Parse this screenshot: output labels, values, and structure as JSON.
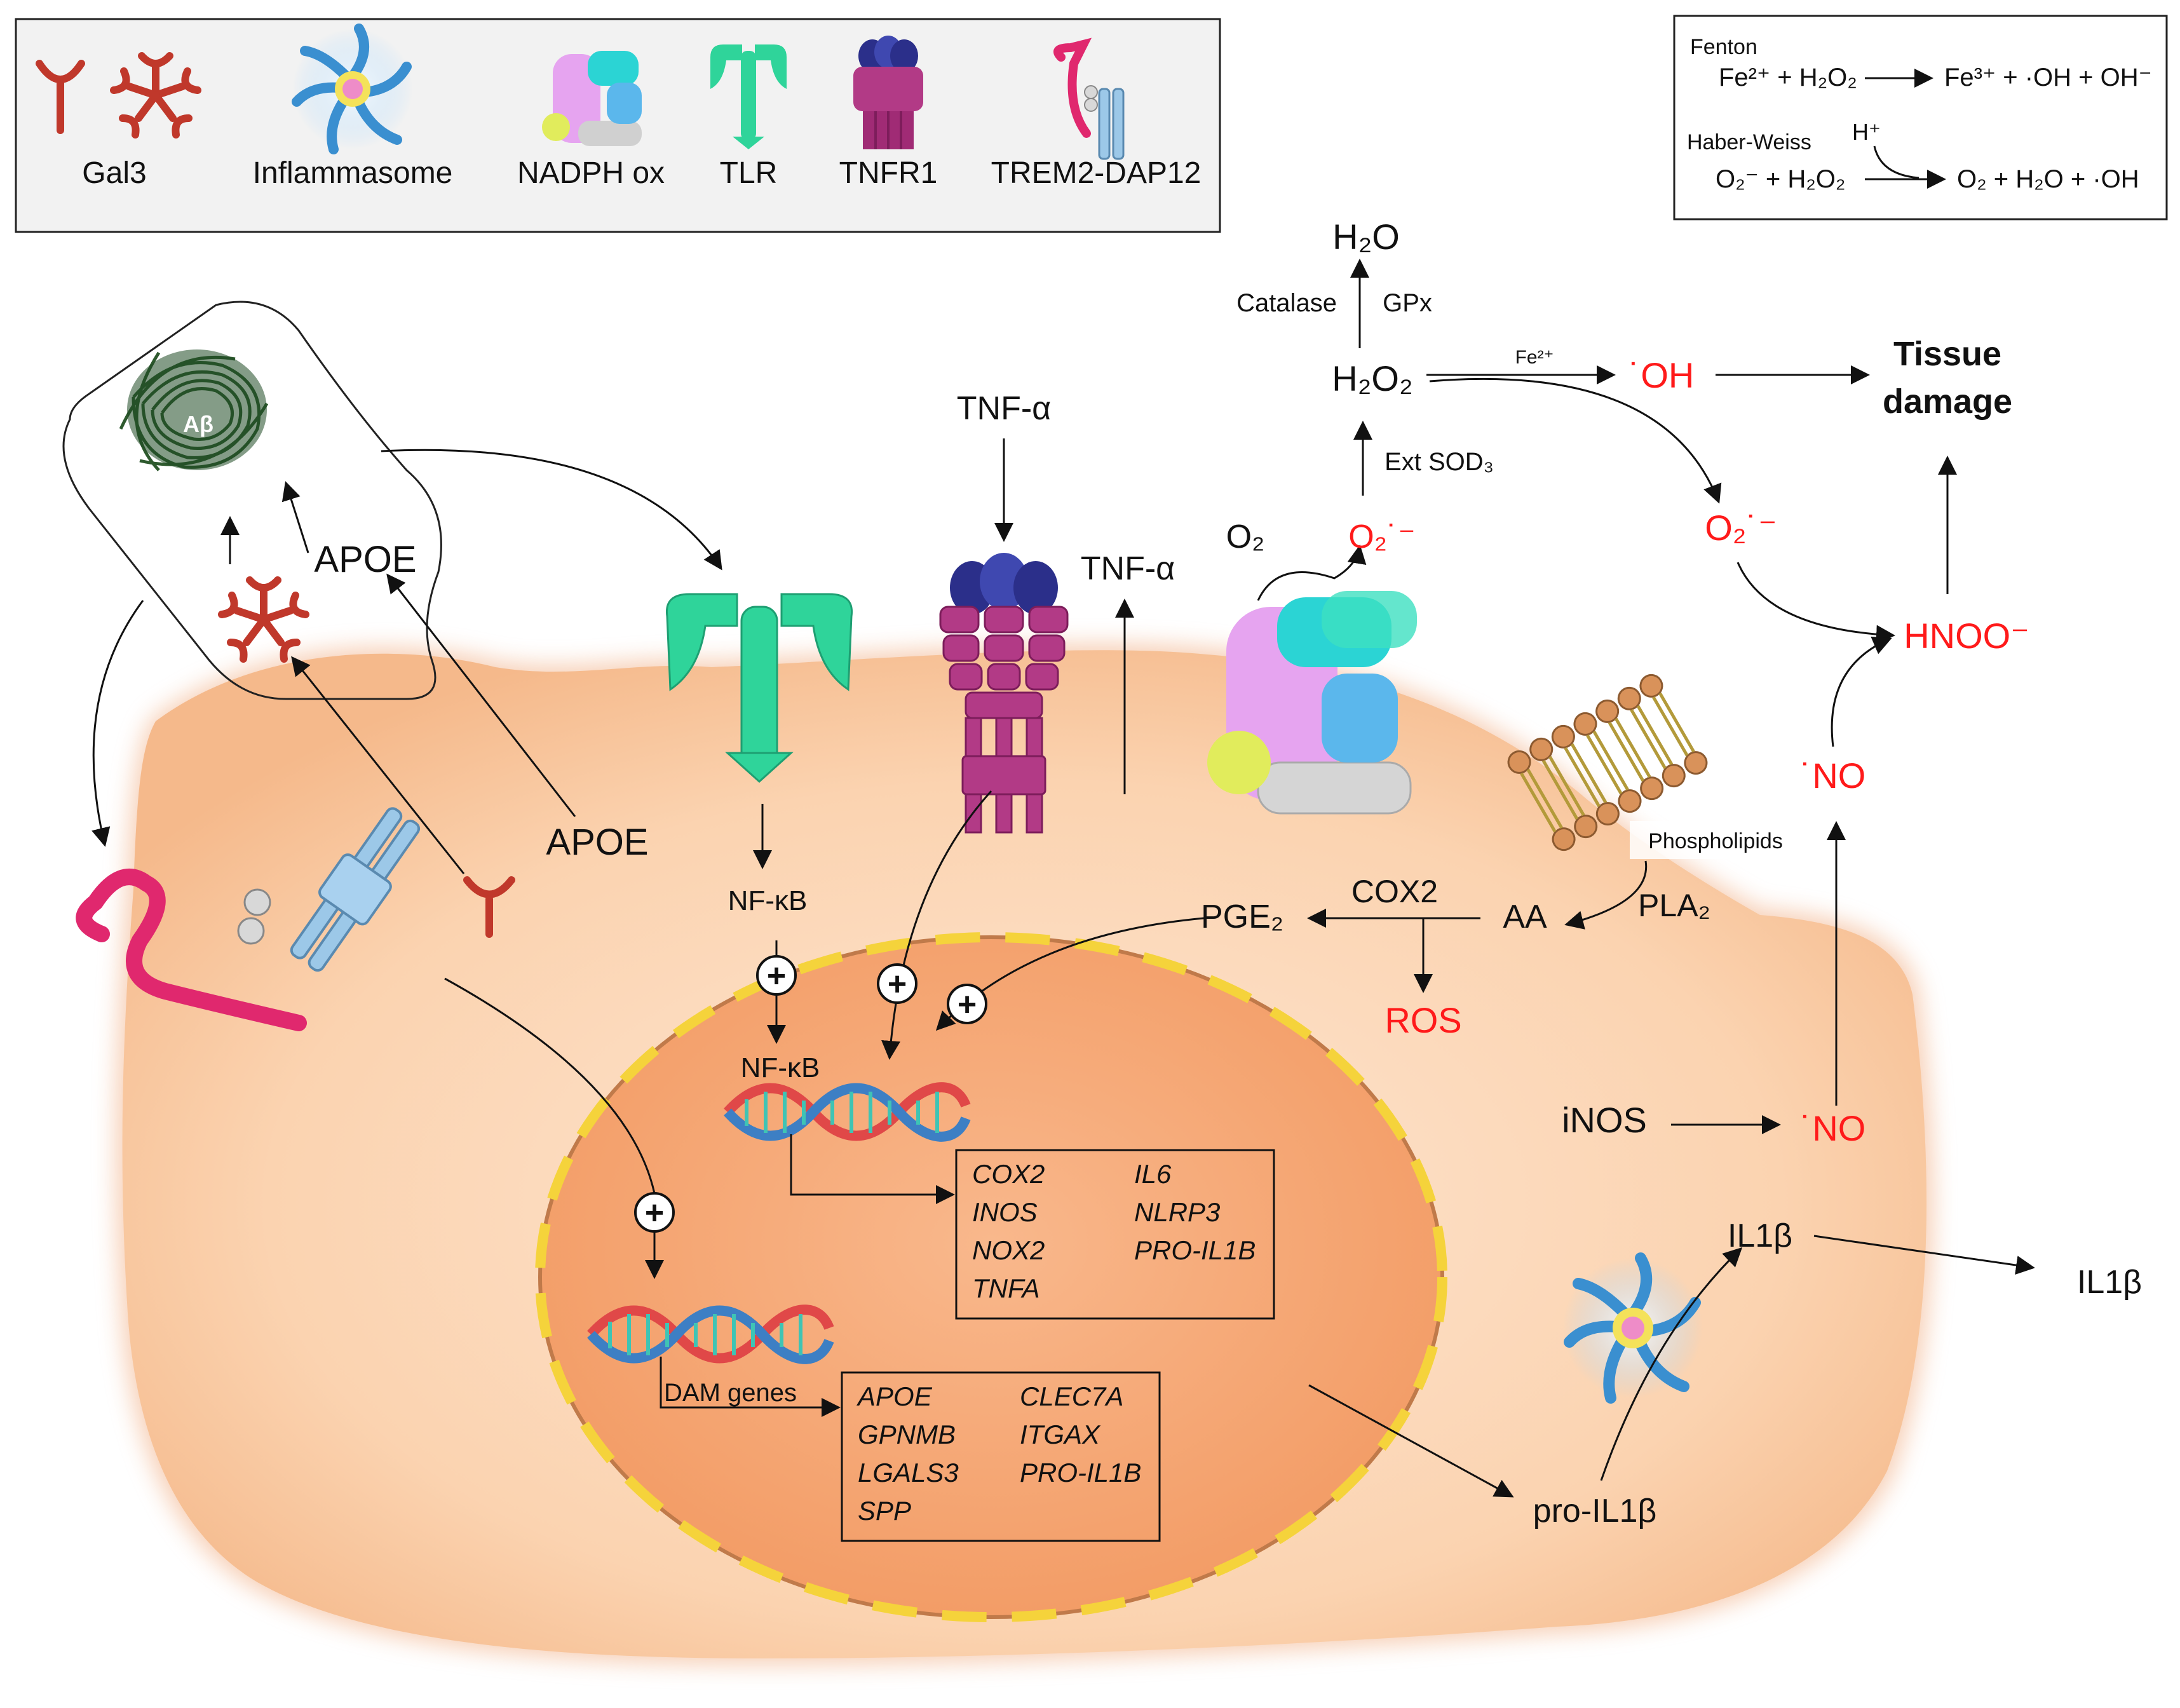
{
  "legend": {
    "gal3": "Gal3",
    "inflammasome": "Inflammasome",
    "nadph_ox": "NADPH ox",
    "tlr": "TLR",
    "tnfr1": "TNFR1",
    "trem2_dap12": "TREM2-DAP12"
  },
  "reactions": {
    "fenton_title": "Fenton",
    "fenton_lhs": "Fe²⁺ + H₂O₂",
    "fenton_rhs": "Fe³⁺ + ·OH + OH⁻",
    "haber_title": "Haber-Weiss",
    "haber_catalyst": "H⁺",
    "haber_lhs": "O₂⁻ + H₂O₂",
    "haber_rhs": "O₂ + H₂O + ·OH"
  },
  "extracellular": {
    "abeta": "Aβ",
    "apoe_top": "APOE",
    "tnf_alpha_in": "TNF-α",
    "tnf_alpha_out": "TNF-α",
    "o2": "O₂",
    "o2_radical": "O₂˙⁻",
    "h2o": "H₂O",
    "catalase": "Catalase",
    "gpx": "GPx",
    "h2o2": "H₂O₂",
    "ext_sod3": "Ext SOD₃",
    "fe2": "Fe²⁺",
    "oh_radical": "˙OH",
    "tissue_damage_1": "Tissue",
    "tissue_damage_2": "damage",
    "o2_radical_right": "O₂˙⁻",
    "hnoo": "HNOO⁻",
    "no_top": "˙NO",
    "il1b_out": "IL1β"
  },
  "cell": {
    "apoe_cell": "APOE",
    "nfkb": "NF-κB",
    "phospholipids": "Phospholipids",
    "pla2": "PLA₂",
    "aa": "AA",
    "cox2": "COX2",
    "pge2": "PGE₂",
    "ros": "ROS",
    "inos": "iNOS",
    "no_cell": "˙NO",
    "il1b": "IL1β",
    "pro_il1b": "pro-IL1β",
    "plus": "+"
  },
  "nucleus": {
    "nfkb_nuc": "NF-κB",
    "dam_genes": "DAM genes",
    "nfkb_targets_col1": [
      "COX2",
      "INOS",
      "NOX2",
      "TNFA"
    ],
    "nfkb_targets_col2": [
      "IL6",
      "NLRP3",
      "PRO-IL1B"
    ],
    "dam_targets_col1": [
      "APOE",
      "GPNMB",
      "LGALS3",
      "SPP"
    ],
    "dam_targets_col2": [
      "CLEC7A",
      "ITGAX",
      "PRO-IL1B"
    ]
  },
  "colors": {
    "cell_fill": "#fbd6b8",
    "nucleus_fill": "#f7b083",
    "nuclear_dash": "#f5d33b",
    "legend_bg": "#f2f2f2",
    "radical_red": "#ff1a1a",
    "tlr_green": "#2fd49a",
    "tnfr_magenta": "#b23a86",
    "nadph_lilac": "#e6a4f0",
    "trem2_pink": "#e0286e",
    "dap12_blue": "#9cc8e8",
    "gal3_red": "#c0382b",
    "dna_red": "#e04848",
    "dna_blue": "#3d7fc4"
  }
}
